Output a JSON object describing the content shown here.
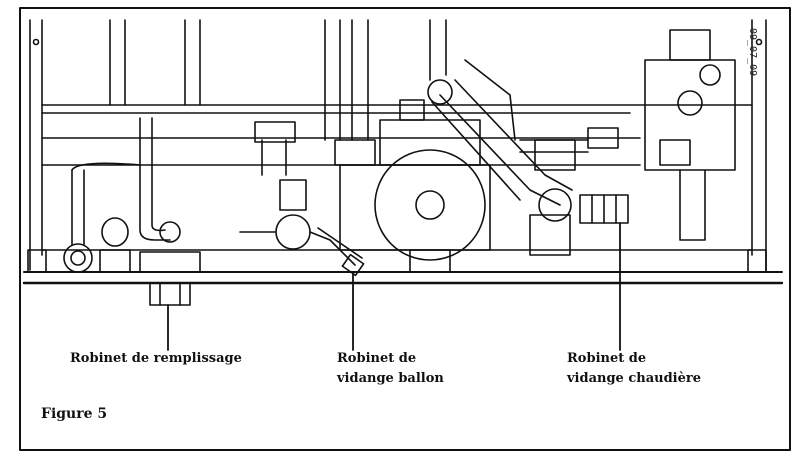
{
  "diagram": {
    "figure_title": "Figure 5",
    "reference_code": "09_07_09",
    "labels": {
      "fill_valve": "Robinet de remplissage",
      "tank_drain_line1": "Robinet de",
      "tank_drain_line2": "vidange ballon",
      "boiler_drain_line1": "Robinet de",
      "boiler_drain_line2": "vidange chaudière"
    },
    "colors": {
      "ink": "#111111",
      "background": "#ffffff"
    }
  }
}
